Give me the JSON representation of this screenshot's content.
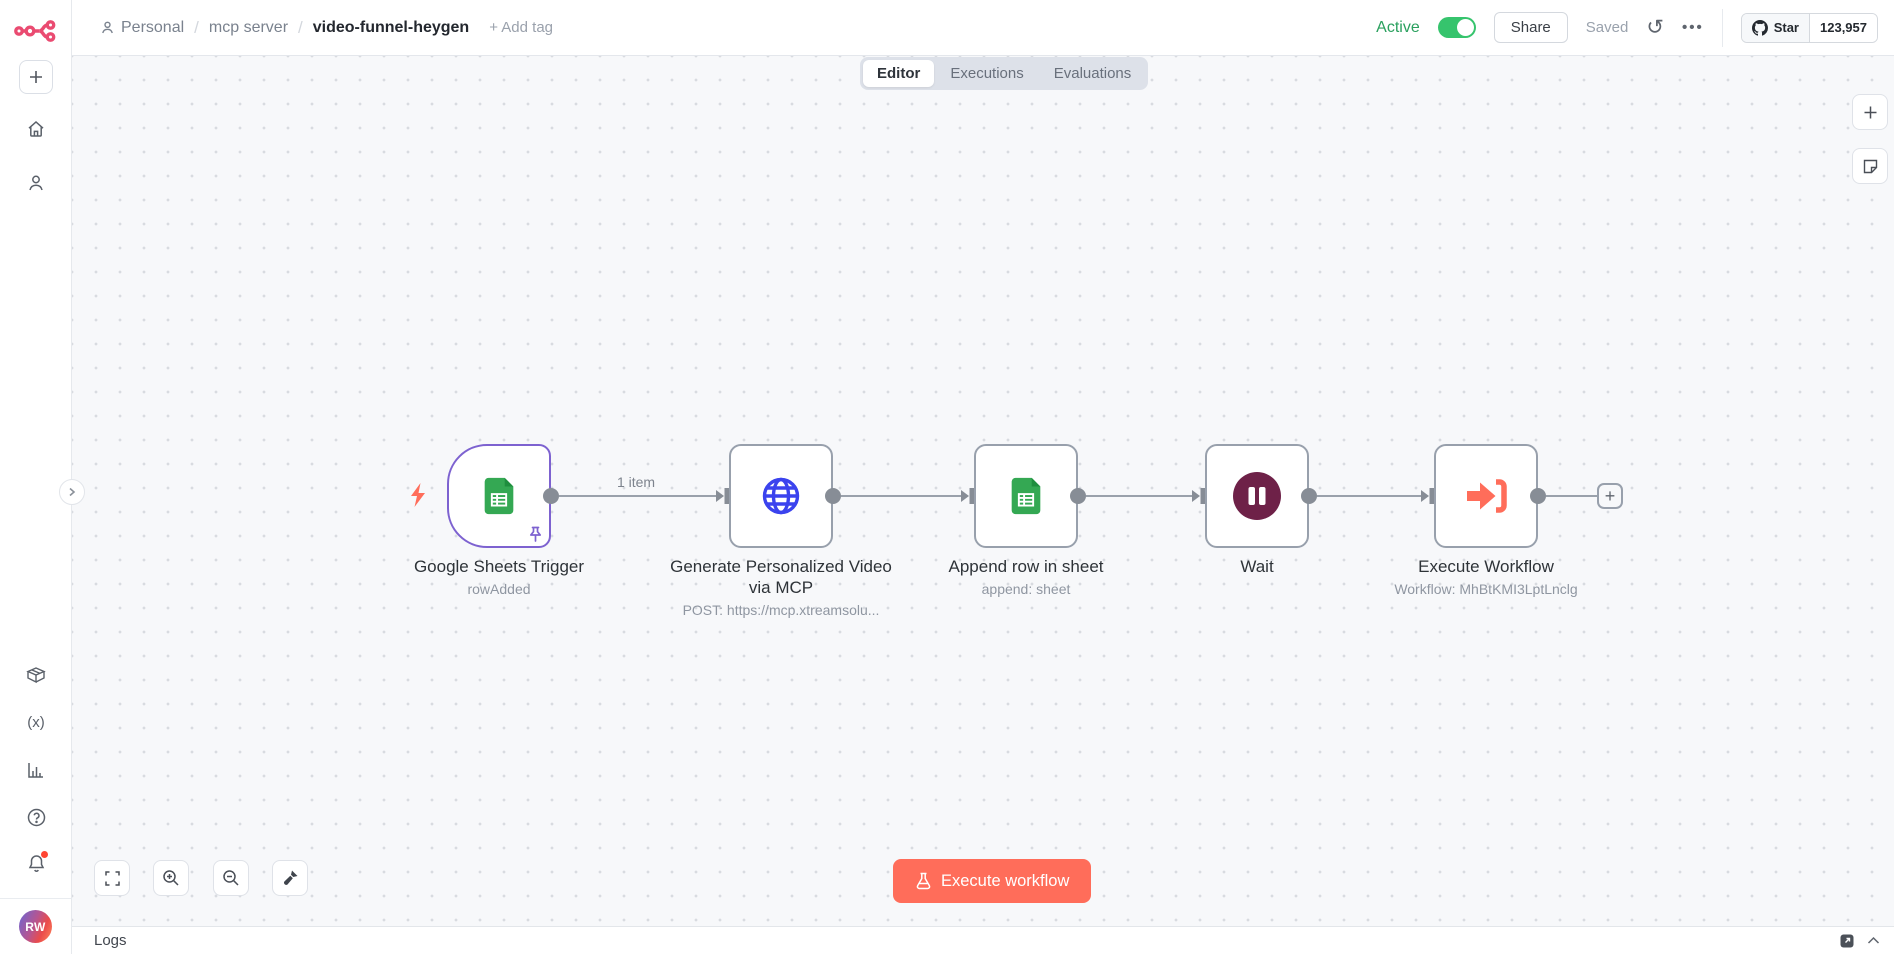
{
  "header": {
    "breadcrumb": {
      "project": "Personal",
      "folder": "mcp server",
      "workflow": "video-funnel-heygen",
      "add_tag": "+ Add tag"
    },
    "tabs": {
      "editor": "Editor",
      "executions": "Executions",
      "evaluations": "Evaluations"
    },
    "active_label": "Active",
    "share_label": "Share",
    "saved_label": "Saved",
    "github": {
      "star_label": "Star",
      "star_count": "123,957"
    }
  },
  "sidebar": {
    "user_initials": "RW",
    "variables_glyph": "(x)"
  },
  "canvas": {
    "connection_label": "1 item",
    "nodes": [
      {
        "name": "Google Sheets Trigger",
        "subtitle": "rowAdded"
      },
      {
        "name": "Generate Personalized Video via MCP",
        "subtitle": "POST: https://mcp.xtreamsolu..."
      },
      {
        "name": "Append row in sheet",
        "subtitle": "append: sheet"
      },
      {
        "name": "Wait",
        "subtitle": ""
      },
      {
        "name": "Execute Workflow",
        "subtitle": "Workflow: MhBtKMI3LptLnclg"
      }
    ],
    "execute_button": "Execute workflow"
  },
  "logs": {
    "title": "Logs"
  },
  "colors": {
    "accent_orange": "#ff6d5a",
    "active_green": "#36c46d",
    "selected_purple": "#7d62d0",
    "sheets_green": "#34a853",
    "http_blue": "#3b43ee",
    "wait_maroon": "#6e2148",
    "logo_pink": "#ea4b71"
  }
}
